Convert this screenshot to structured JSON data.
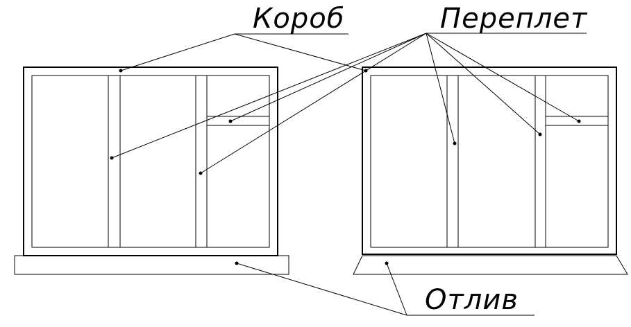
{
  "labels": {
    "frame": "Короб",
    "sash": "Переплет",
    "sill": "Отлив"
  }
}
